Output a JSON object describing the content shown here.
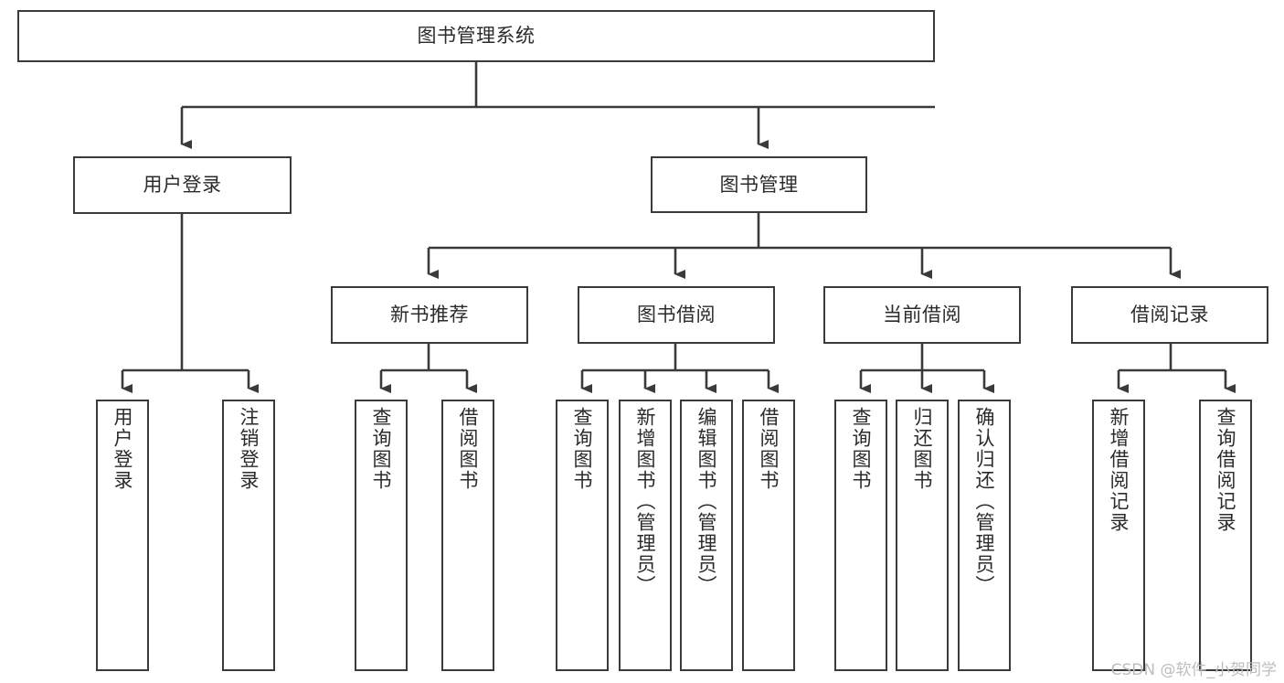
{
  "diagram": {
    "type": "tree",
    "title": "图书管理系统",
    "orientation": "top-down",
    "colors": {
      "node_border": "#3a3a3a",
      "node_fill": "#ffffff",
      "connector": "#3a3a3a",
      "text": "#2b2b2b",
      "watermark": "#bdbdbd",
      "background": "#ffffff"
    },
    "watermark": "CSDN @软件_小贺同学",
    "root": {
      "id": "root",
      "label": "图书管理系统"
    },
    "level2": [
      {
        "id": "user-login",
        "label": "用户登录"
      },
      {
        "id": "book-manage",
        "label": "图书管理"
      }
    ],
    "level3": [
      {
        "id": "new-book-rec",
        "label": "新书推荐",
        "parent": "book-manage"
      },
      {
        "id": "book-borrow",
        "label": "图书借阅",
        "parent": "book-manage"
      },
      {
        "id": "current-borrow",
        "label": "当前借阅",
        "parent": "book-manage"
      },
      {
        "id": "borrow-record",
        "label": "借阅记录",
        "parent": "book-manage"
      }
    ],
    "leaves": [
      {
        "id": "leaf-user-login",
        "label": "用户登录",
        "parent": "user-login"
      },
      {
        "id": "leaf-logout",
        "label": "注销登录",
        "parent": "user-login"
      },
      {
        "id": "leaf-query-book-1",
        "label": "查询图书",
        "parent": "new-book-rec"
      },
      {
        "id": "leaf-borrow-book-1",
        "label": "借阅图书",
        "parent": "new-book-rec"
      },
      {
        "id": "leaf-query-book-2",
        "label": "查询图书",
        "parent": "book-borrow"
      },
      {
        "id": "leaf-add-book",
        "label": "新增图书（管理员）",
        "parent": "book-borrow"
      },
      {
        "id": "leaf-edit-book",
        "label": "编辑图书（管理员）",
        "parent": "book-borrow"
      },
      {
        "id": "leaf-borrow-book-2",
        "label": "借阅图书",
        "parent": "book-borrow"
      },
      {
        "id": "leaf-query-book-3",
        "label": "查询图书",
        "parent": "current-borrow"
      },
      {
        "id": "leaf-return-book",
        "label": "归还图书",
        "parent": "current-borrow"
      },
      {
        "id": "leaf-confirm-return",
        "label": "确认归还（管理员）",
        "parent": "current-borrow"
      },
      {
        "id": "leaf-add-record",
        "label": "新增借阅记录",
        "parent": "borrow-record"
      },
      {
        "id": "leaf-query-record",
        "label": "查询借阅记录",
        "parent": "borrow-record"
      }
    ]
  }
}
